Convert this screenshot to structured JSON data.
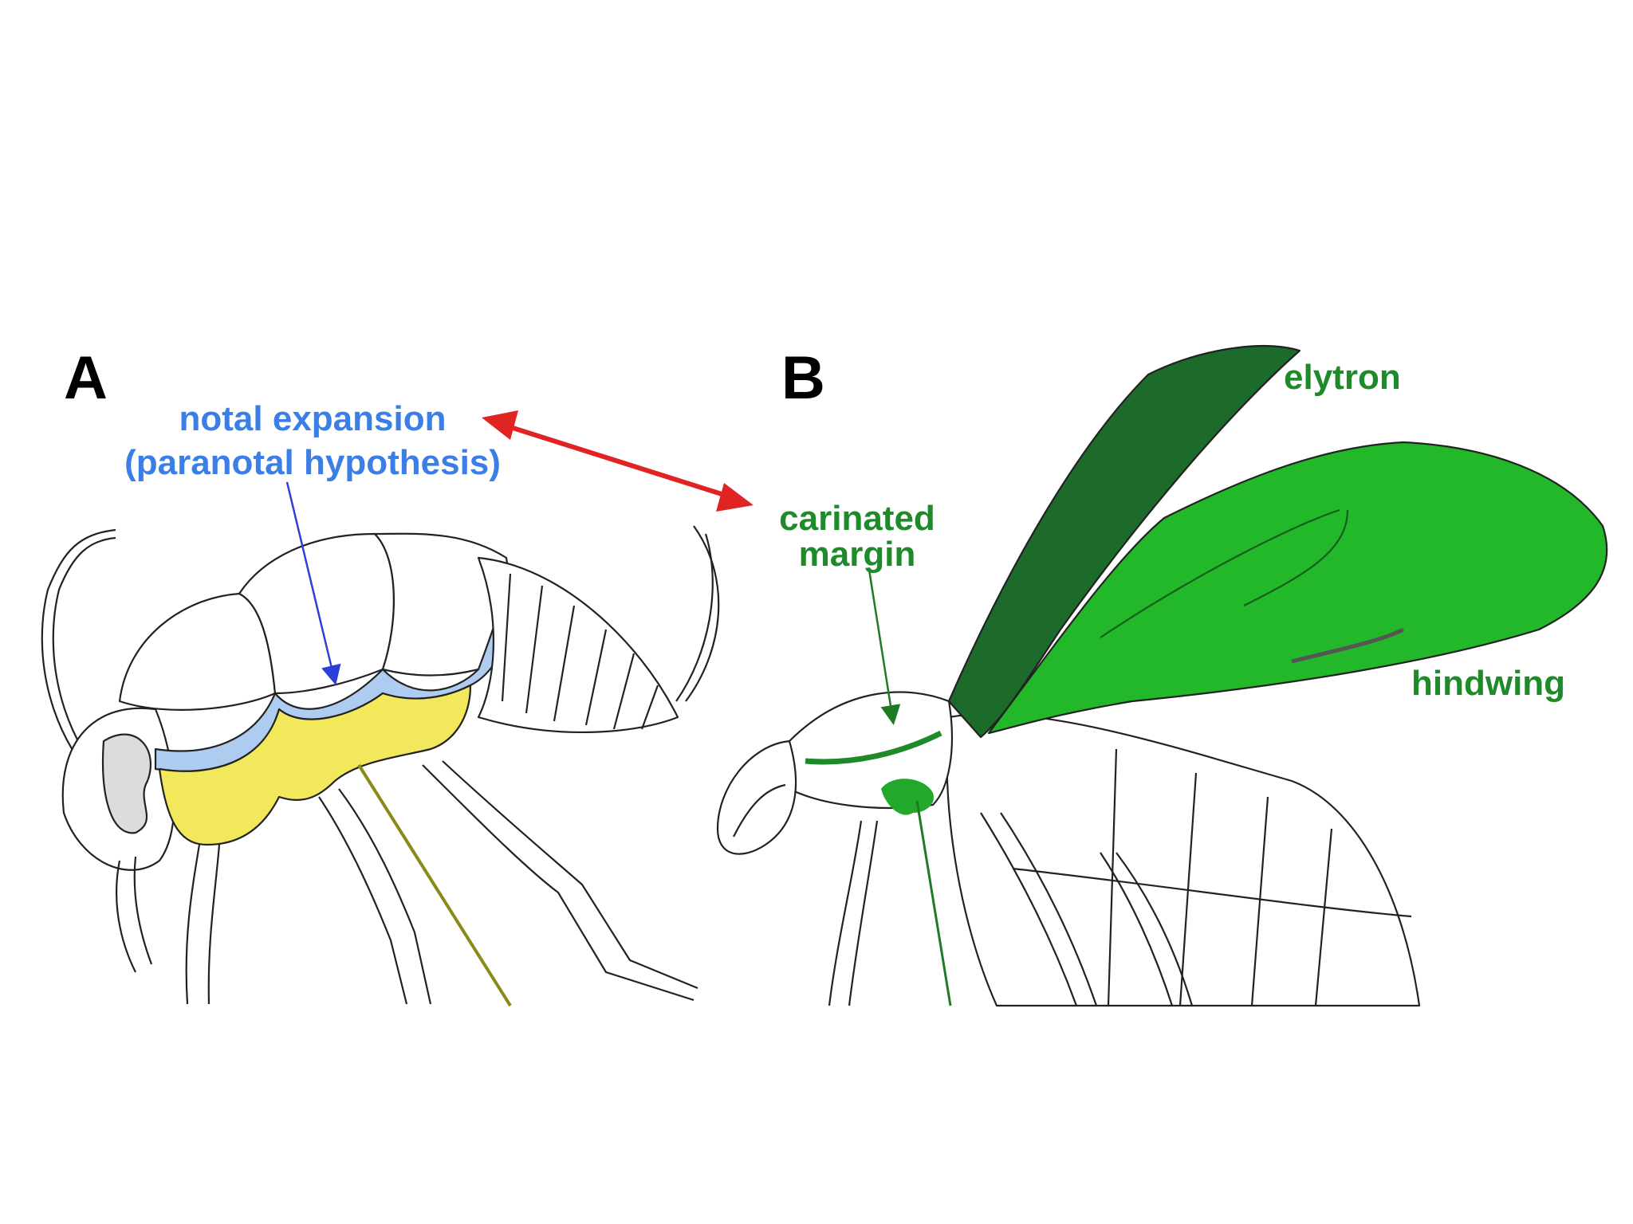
{
  "panel_a": {
    "letter": "A",
    "label_line1": "notal expansion",
    "label_line2": "(paranotal hypothesis)",
    "label_color": "#3b7fe6",
    "expansion_color": "#aecbf0",
    "pleuron_color": "#f2e85c"
  },
  "panel_b": {
    "letter": "B",
    "carinated_line1": "carinated",
    "carinated_line2": "margin",
    "elytron_label": "elytron",
    "hindwing_label": "hindwing",
    "label_color": "#1f8a2a",
    "elytron_color": "#1d6b2a",
    "hindwing_color": "#22b82a"
  },
  "connector_color": "#e02424"
}
